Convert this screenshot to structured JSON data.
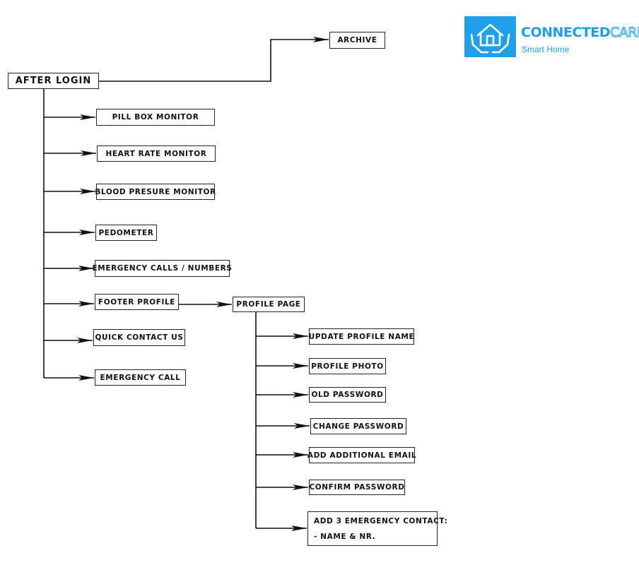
{
  "brand": {
    "name_part1": "CONNECTED",
    "name_part2": "CARE",
    "tagline": "Smart Home",
    "color": "#1fa0e8",
    "icon": "house-in-hands-icon"
  },
  "root": "AFTER LOGIN",
  "archive": "ARCHIVE",
  "menu_items": [
    "PILL BOX MONITOR",
    "HEART RATE MONITOR",
    "BLOOD PRESURE MONITOR",
    "PEDOMETER",
    "EMERGENCY CALLS / NUMBERS",
    "FOOTER PROFILE",
    "QUICK CONTACT US",
    "EMERGENCY CALL"
  ],
  "profile_page": "PROFILE PAGE",
  "profile_items": [
    "UPDATE PROFILE NAME",
    "PROFILE PHOTO",
    "OLD PASSWORD",
    "CHANGE PASSWORD",
    "ADD ADDITIONAL EMAIL",
    "CONFIRM PASSWORD"
  ],
  "emergency_contact": {
    "line1": "ADD 3 EMERGENCY CONTACT:",
    "line2": "- NAME & NR."
  }
}
